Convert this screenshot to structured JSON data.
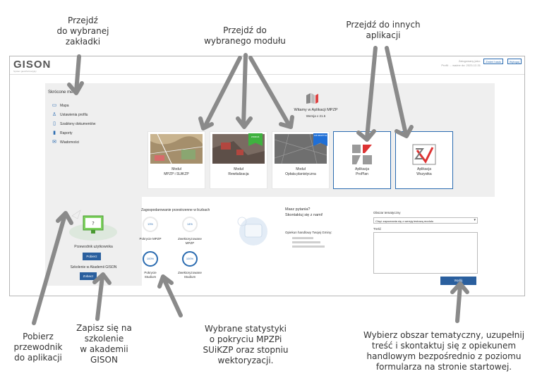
{
  "annotations": {
    "tab": [
      "Przejdź",
      "do wybranej",
      "zakładki"
    ],
    "module": [
      "Przejdź do",
      "wybranego modułu"
    ],
    "apps": [
      "Przejdź do innych",
      "aplikacji"
    ],
    "guide": [
      "Pobierz",
      "przewodnik",
      "do aplikacji"
    ],
    "training": [
      "Zapisz się na",
      "szkolenie",
      "w akademii",
      "GISON"
    ],
    "stats": [
      "Wybrane statystyki",
      "o pokryciu MPZPi",
      "SUiKZP oraz stopniu",
      "wektoryzacji."
    ],
    "contact": [
      "Wybierz obszar tematyczny, uzupełnij",
      "treść i skontaktuj się z opiekunem",
      "handlowym bezpośrednio z poziomu",
      "formularza na stronie startowej."
    ]
  },
  "app": {
    "logo": "GISON",
    "logo_sub": "System geoinformacyjny",
    "user_line1": "Zalogowany jako:",
    "user_line2": "Profil: ... ważne do: 2023-12-31",
    "btn_change_profile": "Zmień hasło",
    "btn_logout": "Wyloguj"
  },
  "sidebar": {
    "title": "Skrócone menu",
    "items": [
      {
        "label": "Mapa",
        "icon": "map-icon"
      },
      {
        "label": "Ustawienia profilu",
        "icon": "user-icon"
      },
      {
        "label": "Szablony dokumentów",
        "icon": "document-icon"
      },
      {
        "label": "Raporty",
        "icon": "chart-icon"
      },
      {
        "label": "Wiadomości",
        "icon": "mail-icon"
      }
    ],
    "guide_label": "Przewodnik użytkownika",
    "guide_button": "Pobierz",
    "training_label": "Szkolenie w Akademii GISON",
    "training_button": "Zobacz"
  },
  "welcome": {
    "title": "Witamy w Aplikacji MPZP",
    "version": "Wersja v 21.5"
  },
  "modules": [
    {
      "line1": "Moduł",
      "line2": "MPZP i SUiKZP",
      "badge": ""
    },
    {
      "line1": "Moduł",
      "line2": "Rewitalizacja",
      "badge": "WDROŻ."
    },
    {
      "line1": "Moduł",
      "line2": "Opłata planistyczna",
      "badge": "JUŻ WKRÓTCE"
    }
  ],
  "apps": [
    {
      "line1": "Aplikacja",
      "line2": "ProPlan"
    },
    {
      "line1": "Aplikacja",
      "line2": "Wszystka"
    }
  ],
  "stats": {
    "title": "Zagospodarowanie przestrzenne w liczbach",
    "items": [
      {
        "value": "13%",
        "label1": "Pokrycie MPZP",
        "label2": "",
        "fill": 0.13
      },
      {
        "value": "14%",
        "label1": "Zwektoryzowane",
        "label2": "MPZP",
        "fill": 0.14
      },
      {
        "value": "100%",
        "label1": "Pokrycie",
        "label2": "Studium",
        "fill": 1.0
      },
      {
        "value": "100%",
        "label1": "Zwektoryzowane",
        "label2": "Studium",
        "fill": 1.0
      }
    ]
  },
  "contact": {
    "q1": "Masz pytania?",
    "q2": "Skontaktuj się z nami!",
    "advisor": "Opiekun handlowy Twojej Gminy:",
    "topic_label": "Obszar tematyczny",
    "topic_value": "Chęć zapoznania się z wersją testową modułu",
    "content_label": "Treść",
    "send_button": "Wyślij"
  }
}
